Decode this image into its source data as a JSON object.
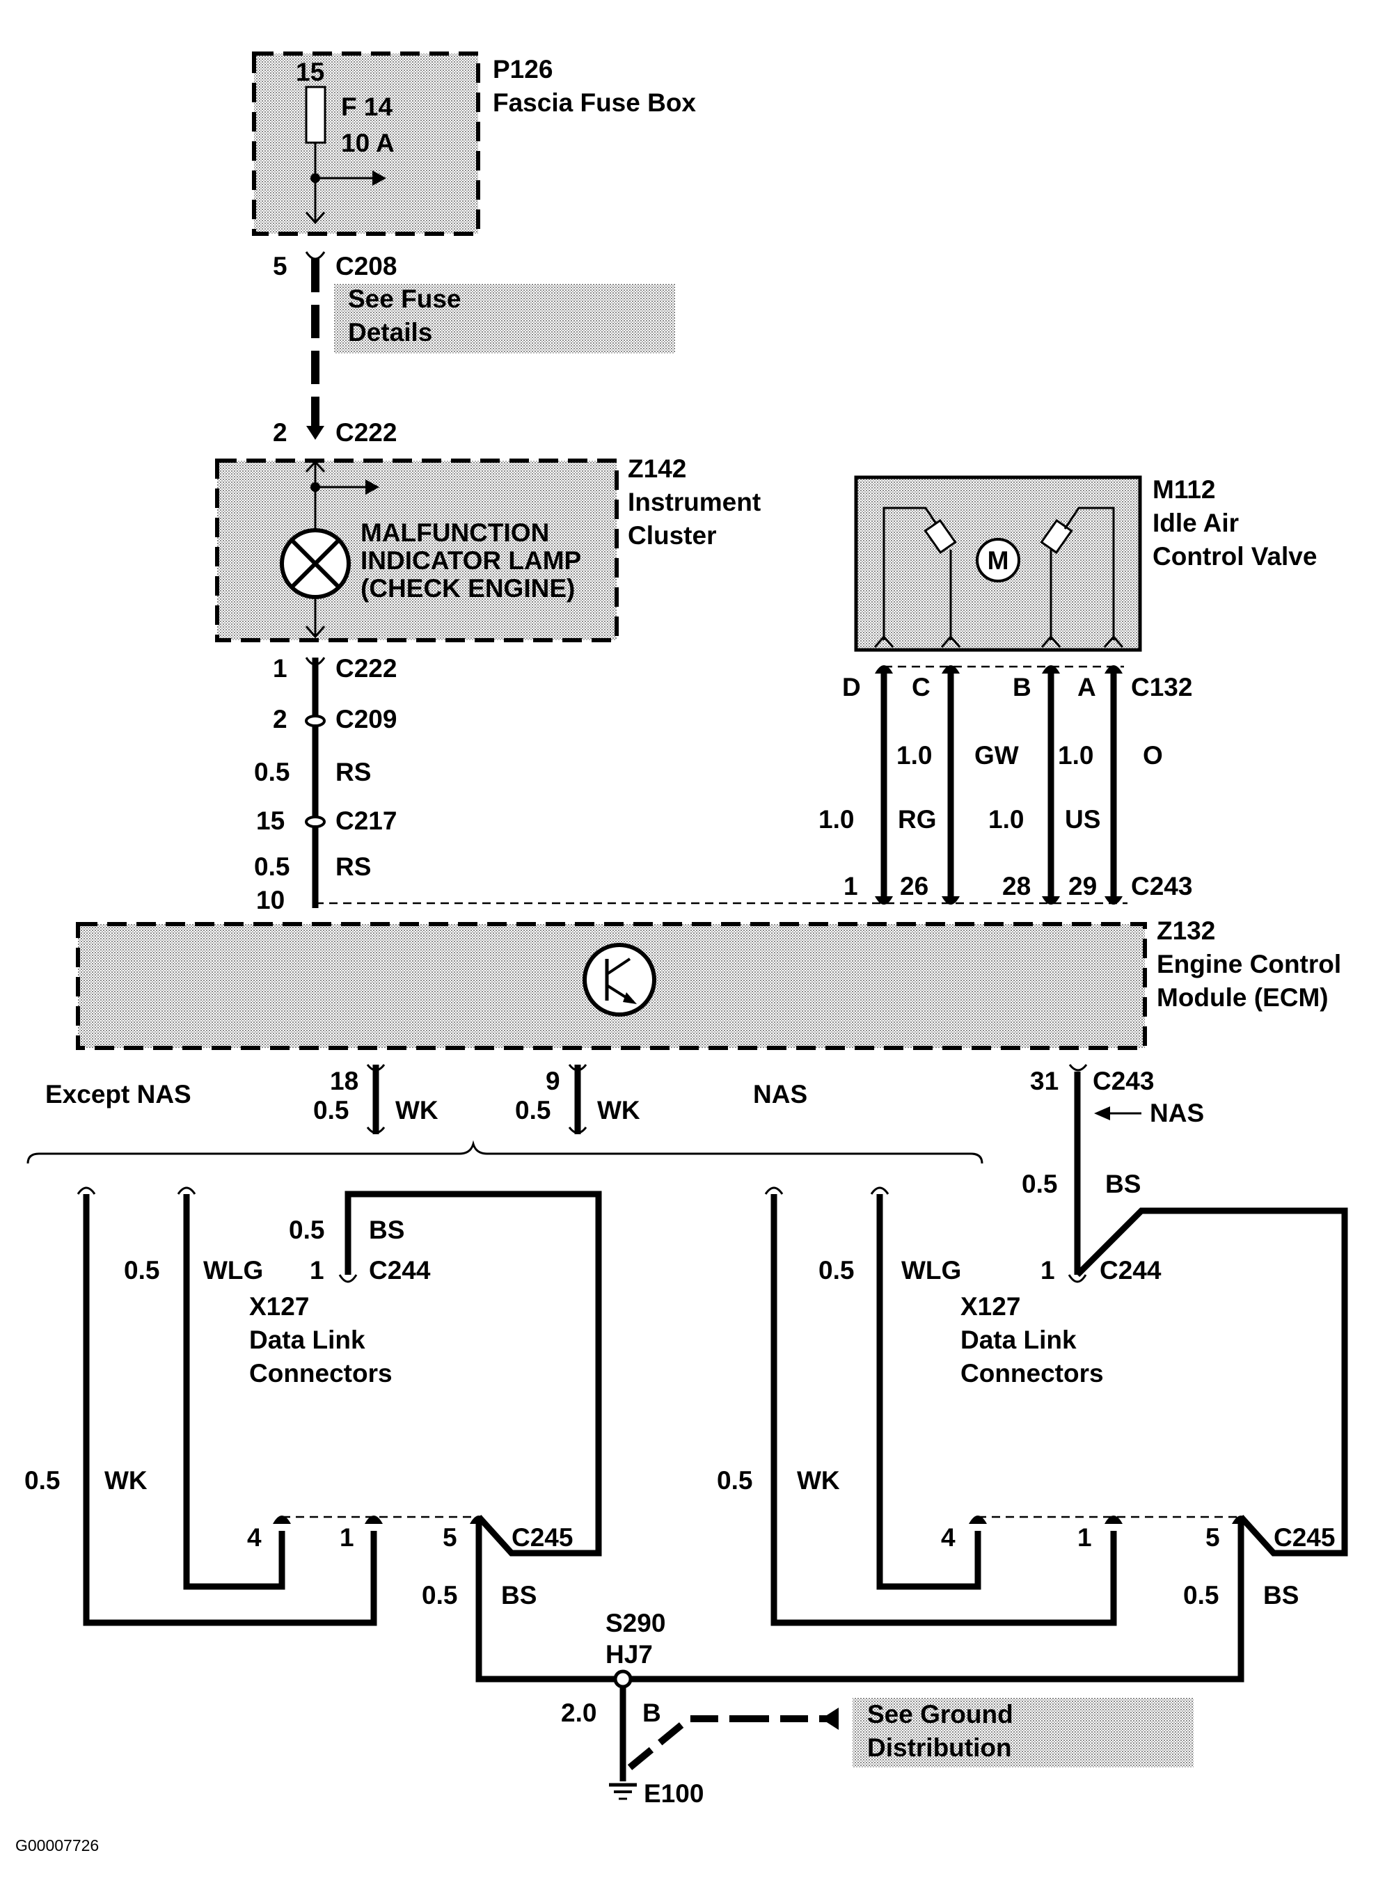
{
  "fuse_box": {
    "id": "P126",
    "name": "Fascia Fuse Box",
    "fuse_pin": "15",
    "fuse": "F 14",
    "rating": "10 A"
  },
  "connectors": {
    "c208": {
      "pin": "5",
      "name": "C208"
    },
    "c222_top": {
      "pin": "2",
      "name": "C222"
    },
    "c222_bot": {
      "pin": "1",
      "name": "C222"
    },
    "c209": {
      "pin": "2",
      "name": "C209"
    },
    "c217": {
      "pin": "15",
      "name": "C217"
    },
    "c243_pin": "10"
  },
  "wires": {
    "upper_rs": {
      "size": "0.5",
      "color": "RS"
    },
    "lower_rs": {
      "size": "0.5",
      "color": "RS"
    }
  },
  "fuse_details_note": {
    "line1": "See Fuse",
    "line2": "Details"
  },
  "cluster": {
    "id": "Z142",
    "line1": "Instrument",
    "line2": "Cluster",
    "lamp1": "MALFUNCTION",
    "lamp2": "INDICATOR LAMP",
    "lamp3": "(CHECK ENGINE)"
  },
  "iacv": {
    "id": "M112",
    "line1": "Idle Air",
    "line2": "Control Valve",
    "motor": "M",
    "pins": [
      "D",
      "C",
      "B",
      "A"
    ],
    "connector": "C132",
    "sizes_row1": [
      "1.0",
      "GW",
      "1.0",
      "O"
    ],
    "sizes_row2": [
      "1.0",
      "RG",
      "1.0",
      "US"
    ],
    "ecm_pins": [
      "1",
      "26",
      "28",
      "29"
    ],
    "ecm_connector": "C243"
  },
  "ecm": {
    "id": "Z132",
    "line1": "Engine Control",
    "line2": "Module (ECM)"
  },
  "ecm_out": {
    "pin18": "18",
    "size18": "0.5",
    "color18": "WK",
    "pin9": "9",
    "size9": "0.5",
    "color9": "WK",
    "pin31": "31",
    "conn31": "C243",
    "nas_tag": "NAS",
    "bs_size": "0.5",
    "bs_color": "BS"
  },
  "except_nas": "Except NAS",
  "nas": "NAS",
  "left_dlc": {
    "bs_size": "0.5",
    "bs_color": "BS",
    "pin1": "1",
    "c244": "C244",
    "wlg_size": "0.5",
    "wlg_color": "WLG",
    "name1": "X127",
    "name2": "Data Link",
    "name3": "Connectors",
    "wk_size": "0.5",
    "wk_color": "WK",
    "p4": "4",
    "p1": "1",
    "p5": "5",
    "c245": "C245",
    "out_size": "0.5",
    "out_color": "BS"
  },
  "right_dlc": {
    "pin1": "1",
    "c244": "C244",
    "wlg_size": "0.5",
    "wlg_color": "WLG",
    "name1": "X127",
    "name2": "Data Link",
    "name3": "Connectors",
    "wk_size": "0.5",
    "wk_color": "WK",
    "p4": "4",
    "p1": "1",
    "p5": "5",
    "c245": "C245",
    "out_size": "0.5",
    "out_color": "BS"
  },
  "splice": {
    "id": "S290",
    "code": "HJ7",
    "size": "2.0",
    "color": "B",
    "ground": "E100"
  },
  "ground_note": {
    "line1": "See Ground",
    "line2": "Distribution"
  },
  "caption": "G00007726"
}
